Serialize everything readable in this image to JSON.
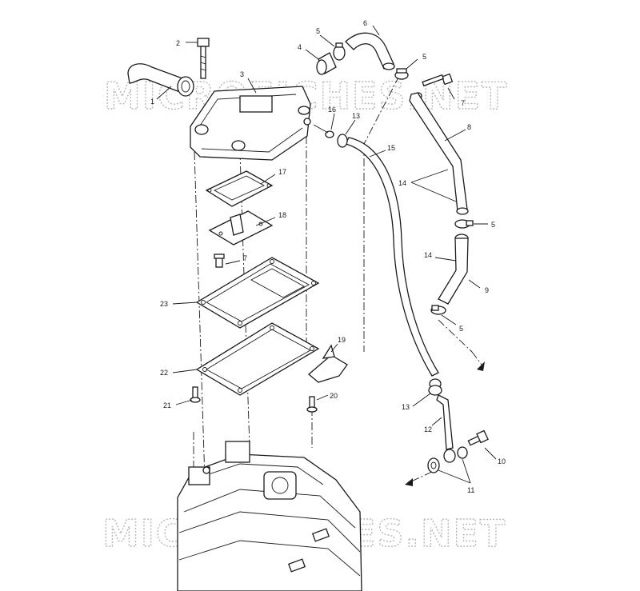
{
  "watermark": {
    "top": "MICROFICHES.NET",
    "bottom": "MICROFICHES.NET"
  },
  "callouts": [
    {
      "id": "c1",
      "label": "1"
    },
    {
      "id": "c2",
      "label": "2"
    },
    {
      "id": "c3",
      "label": "3"
    },
    {
      "id": "c4",
      "label": "4"
    },
    {
      "id": "c5a",
      "label": "5"
    },
    {
      "id": "c6",
      "label": "6"
    },
    {
      "id": "c5b",
      "label": "5"
    },
    {
      "id": "c7a",
      "label": "7"
    },
    {
      "id": "c8",
      "label": "8"
    },
    {
      "id": "c16",
      "label": "16"
    },
    {
      "id": "c13a",
      "label": "13"
    },
    {
      "id": "c15",
      "label": "15"
    },
    {
      "id": "c17",
      "label": "17"
    },
    {
      "id": "c14a",
      "label": "14"
    },
    {
      "id": "c18",
      "label": "18"
    },
    {
      "id": "c5c",
      "label": "5"
    },
    {
      "id": "c14b",
      "label": "14"
    },
    {
      "id": "c7b",
      "label": "7"
    },
    {
      "id": "c9",
      "label": "9"
    },
    {
      "id": "c23",
      "label": "23"
    },
    {
      "id": "c5d",
      "label": "5"
    },
    {
      "id": "c19",
      "label": "19"
    },
    {
      "id": "c22",
      "label": "22"
    },
    {
      "id": "c20",
      "label": "20"
    },
    {
      "id": "c21",
      "label": "21"
    },
    {
      "id": "c13b",
      "label": "13"
    },
    {
      "id": "c12",
      "label": "12"
    },
    {
      "id": "c10",
      "label": "10"
    },
    {
      "id": "c11",
      "label": "11"
    }
  ]
}
